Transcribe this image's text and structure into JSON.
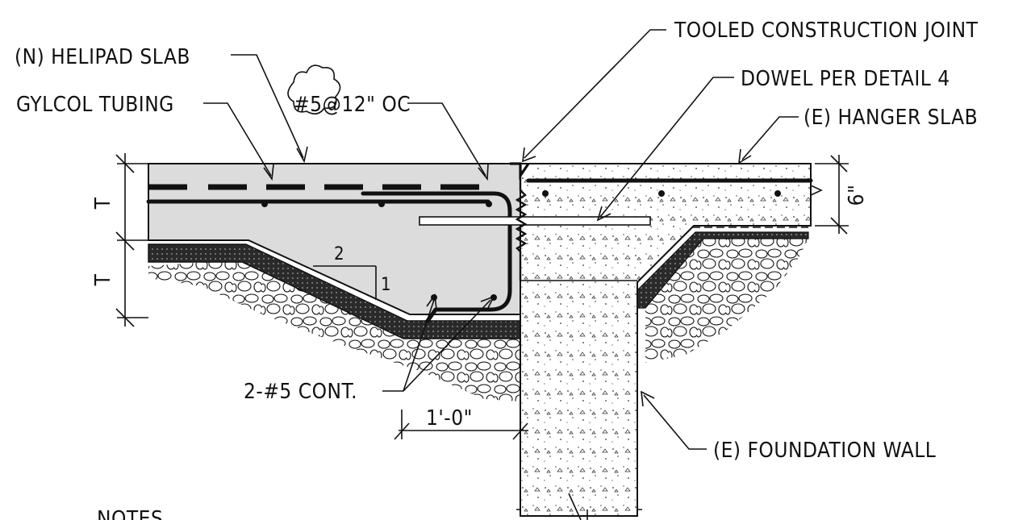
{
  "labels": {
    "helipad_slab": "(N) HELIPAD SLAB",
    "glycol_tubing": "GYLCOL TUBING",
    "rebar_spacing": "#5@12\" OC",
    "tooled_joint": "TOOLED CONSTRUCTION JOINT",
    "dowel": "DOWEL PER DETAIL 4",
    "hanger_slab": "(E) HANGER SLAB",
    "cont_bars": "2-#5 CONT.",
    "foundation_wall": "(E) FOUNDATION WALL",
    "notes": "NOTES"
  },
  "dimensions": {
    "slab_thickness_top": "T",
    "slab_thickness_bottom": "T",
    "hanger_thickness": "6\"",
    "offset": "1'-0\""
  },
  "slope": {
    "run": "2",
    "rise": "1"
  },
  "colors": {
    "line": "#111111",
    "new_concrete": "#dcdcdc",
    "existing_concrete": "#ffffff",
    "gravel_fill": "#ffffff",
    "insulation": "#2a2a2a"
  }
}
